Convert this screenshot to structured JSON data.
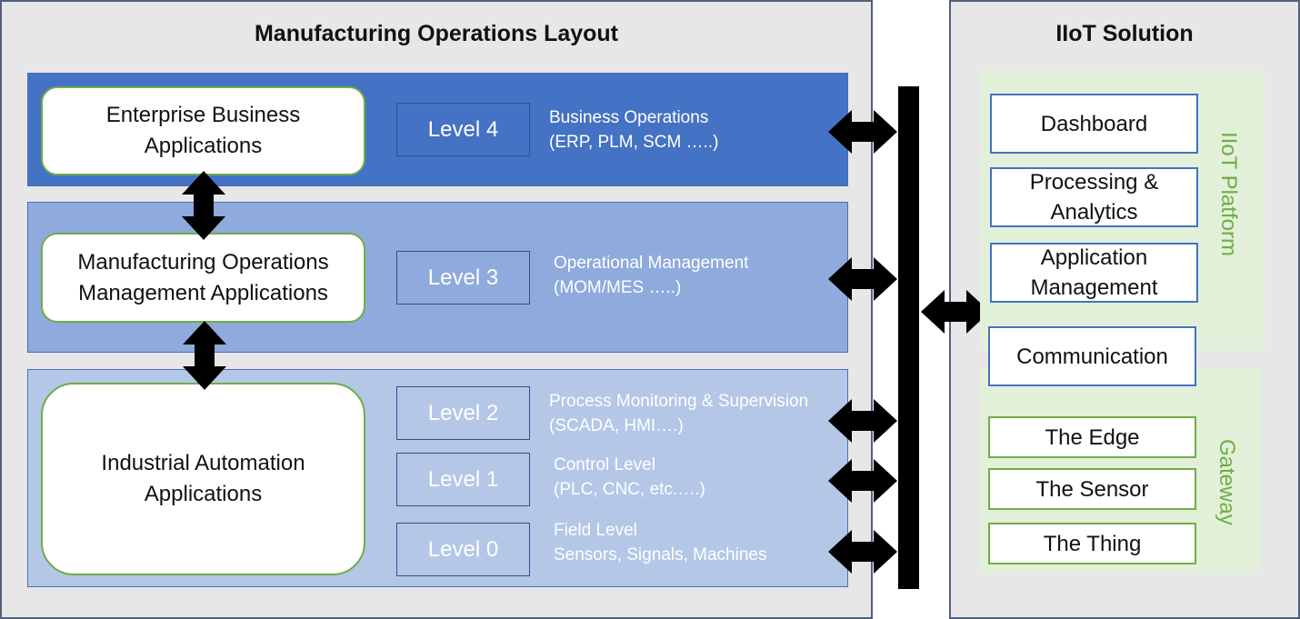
{
  "left_panel": {
    "title": "Manufacturing Operations Layout",
    "apps": [
      {
        "lines": [
          "Enterprise Business",
          "Applications"
        ]
      },
      {
        "lines": [
          "Manufacturing Operations",
          "Management Applications"
        ]
      },
      {
        "lines": [
          "Industrial Automation",
          "Applications"
        ]
      }
    ],
    "levels": [
      {
        "label": "Level 4",
        "desc": [
          "Business Operations",
          "(ERP, PLM, SCM …..)"
        ]
      },
      {
        "label": "Level 3",
        "desc": [
          "Operational Management",
          "(MOM/MES …..)"
        ]
      },
      {
        "label": "Level 2",
        "desc": [
          "Process Monitoring & Supervision",
          "(SCADA, HMI….)"
        ]
      },
      {
        "label": "Level 1",
        "desc": [
          "Control Level",
          "(PLC, CNC, etc.….)"
        ]
      },
      {
        "label": "Level 0",
        "desc": [
          "Field Level",
          "Sensors, Signals, Machines"
        ]
      }
    ]
  },
  "right_panel": {
    "title": "IIoT Solution",
    "platform_label": "IIoT Platform",
    "gateway_label": "Gateway",
    "platform_components": [
      {
        "lines": [
          "Dashboard"
        ]
      },
      {
        "lines": [
          "Processing &",
          "Analytics"
        ]
      },
      {
        "lines": [
          "Application",
          "Management"
        ]
      },
      {
        "lines": [
          "Communication"
        ]
      }
    ],
    "gateway_components": [
      {
        "lines": [
          "The Edge"
        ]
      },
      {
        "lines": [
          "The Sensor"
        ]
      },
      {
        "lines": [
          "The Thing"
        ]
      }
    ]
  },
  "colors": {
    "level4_band": "#4472c4",
    "level3_band": "#8faadc",
    "level2_band": "#b4c7e7",
    "platform_bg": "#e2f0d9",
    "green_accent": "#70ad47",
    "blue_accent": "#4472c4"
  }
}
